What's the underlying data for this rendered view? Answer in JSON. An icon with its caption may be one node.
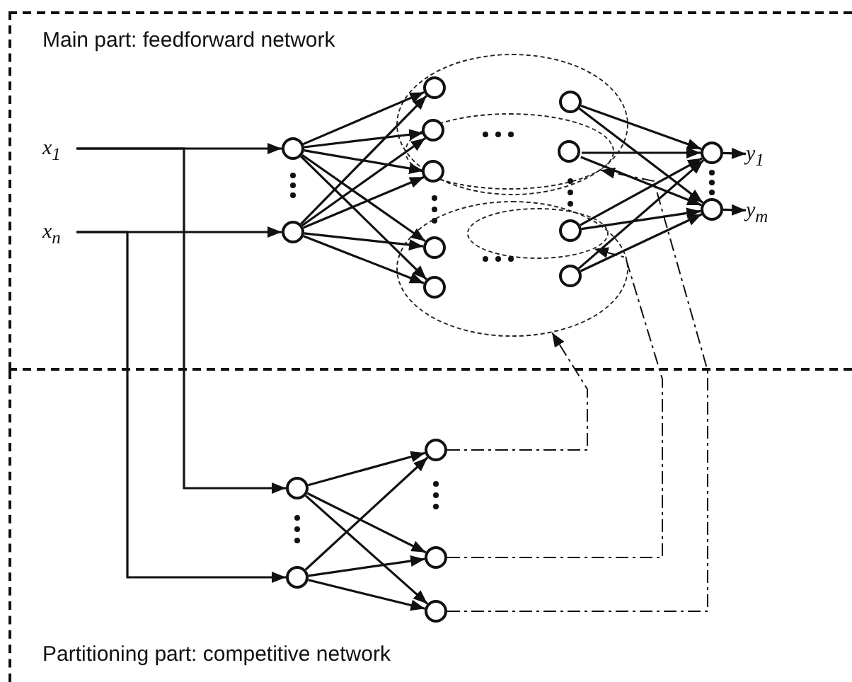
{
  "diagram": {
    "nodes": [
      {
        "text": [
          "Main part: feedforward network"
        ]
      },
      {
        "text": [
          "x$_{1}$"
        ],
        "in": 0
      },
      {
        "text": [
          "x$_{n}$"
        ],
        "in": 0
      },
      {
        "text": [],
        "shape": "circle",
        "in": 0
      },
      {
        "text": [],
        "shape": "circle",
        "in": 0
      },
      {
        "text": [],
        "shape": "ellipse",
        "in": 0
      },
      {
        "text": [],
        "shape": "ellipse",
        "in": 5
      },
      {
        "text": [],
        "shape": "ellipse",
        "in": 8
      },
      {
        "text": [],
        "shape": "ellipse",
        "in": 0
      },
      {
        "text": [],
        "shape": "circle",
        "in": 5
      },
      {
        "text": [],
        "shape": "circle",
        "in": 6
      },
      {
        "text": [],
        "shape": "circle",
        "in": 6
      },
      {
        "text": [],
        "shape": "circle",
        "in": 8
      },
      {
        "text": [],
        "shape": "circle",
        "in": 8
      },
      {
        "text": [],
        "shape": "circle",
        "in": 5
      },
      {
        "text": [],
        "shape": "circle",
        "in": 6
      },
      {
        "text": [],
        "shape": "circle",
        "in": 7
      },
      {
        "text": [],
        "shape": "circle",
        "in": 8
      },
      {
        "text": [],
        "shape": "circle",
        "in": 0
      },
      {
        "text": [],
        "shape": "circle",
        "in": 0
      },
      {
        "text": [
          "y$_{1}$"
        ],
        "in": 0
      },
      {
        "text": [
          "y$_{m}$"
        ],
        "in": 0
      },
      {
        "text": [
          "Partitioning part: competitive network"
        ]
      },
      {
        "text": [],
        "shape": "circle",
        "in": 22
      },
      {
        "text": [],
        "shape": "circle",
        "in": 22
      },
      {
        "text": [],
        "shape": "circle",
        "in": 22
      },
      {
        "text": [],
        "shape": "circle",
        "in": 22
      },
      {
        "text": [],
        "shape": "circle",
        "in": 22
      }
    ],
    "edges": [
      {
        "from": 1,
        "to": 3,
        "arrow": "to"
      },
      {
        "from": 1,
        "to": 23,
        "arrow": "to"
      },
      {
        "from": 2,
        "to": 4,
        "arrow": "to"
      },
      {
        "from": 2,
        "to": 24,
        "arrow": "to"
      },
      {
        "from": 3,
        "to": 9,
        "arrow": "to"
      },
      {
        "from": 3,
        "to": 10,
        "arrow": "to"
      },
      {
        "from": 3,
        "to": 11,
        "arrow": "to"
      },
      {
        "from": 3,
        "to": 12,
        "arrow": "to"
      },
      {
        "from": 3,
        "to": 13,
        "arrow": "to"
      },
      {
        "from": 4,
        "to": 9,
        "arrow": "to"
      },
      {
        "from": 4,
        "to": 10,
        "arrow": "to"
      },
      {
        "from": 4,
        "to": 11,
        "arrow": "to"
      },
      {
        "from": 4,
        "to": 12,
        "arrow": "to"
      },
      {
        "from": 4,
        "to": 13,
        "arrow": "to"
      },
      {
        "from": 14,
        "to": 18,
        "arrow": "to"
      },
      {
        "from": 14,
        "to": 19,
        "arrow": "to"
      },
      {
        "from": 15,
        "to": 18,
        "arrow": "to"
      },
      {
        "from": 15,
        "to": 19,
        "arrow": "to"
      },
      {
        "from": 16,
        "to": 18,
        "arrow": "to"
      },
      {
        "from": 16,
        "to": 19,
        "arrow": "to"
      },
      {
        "from": 17,
        "to": 18,
        "arrow": "to"
      },
      {
        "from": 17,
        "to": 19,
        "arrow": "to"
      },
      {
        "from": 18,
        "to": 20,
        "arrow": "to"
      },
      {
        "from": 19,
        "to": 21,
        "arrow": "to"
      },
      {
        "from": 23,
        "to": 25,
        "arrow": "to"
      },
      {
        "from": 23,
        "to": 26,
        "arrow": "to"
      },
      {
        "from": 23,
        "to": 27,
        "arrow": "to"
      },
      {
        "from": 24,
        "to": 25,
        "arrow": "to"
      },
      {
        "from": 24,
        "to": 26,
        "arrow": "to"
      },
      {
        "from": 24,
        "to": 27,
        "arrow": "to"
      },
      {
        "from": 25,
        "to": 8,
        "arrow": "to",
        "style": "dashed"
      },
      {
        "from": 26,
        "to": 7,
        "arrow": "to",
        "style": "dashed"
      },
      {
        "from": 27,
        "to": 6,
        "arrow": "to",
        "style": "dashed"
      }
    ]
  }
}
